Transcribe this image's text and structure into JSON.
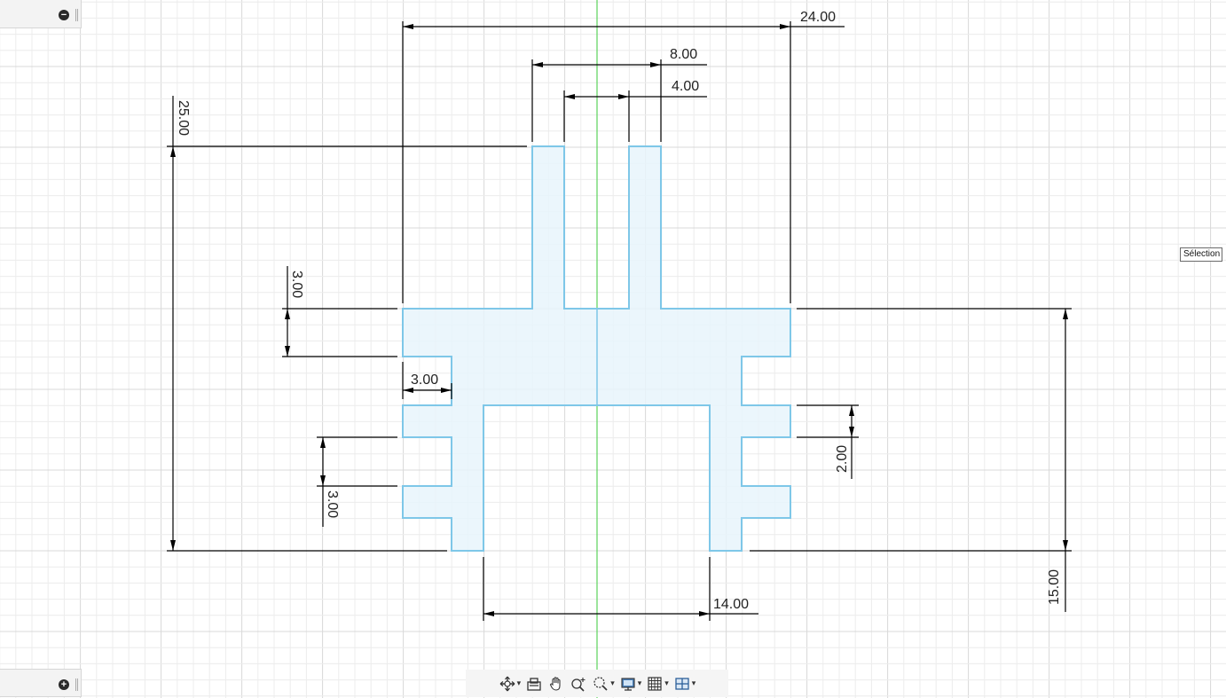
{
  "colors": {
    "grid_minor": "#ececec",
    "grid_major": "#d8d8d8",
    "profile_stroke": "#7ec7e8",
    "profile_fill": "#e8f4fb",
    "axis_line": "#5bd35b",
    "dimension": "#000000"
  },
  "browser_panels": {
    "top_toggle_icon": "collapse-circle-icon",
    "bottom_toggle_icon": "expand-circle-icon"
  },
  "dimensions": {
    "overall_width": "24.00",
    "slot_outer_width": "8.00",
    "slot_inner_width": "4.00",
    "overall_height": "25.00",
    "arm_height": "3.00",
    "notch_depth": "3.00",
    "tooth_pitch": "3.00",
    "tooth_gap": "2.00",
    "base_span": "14.00",
    "body_height": "15.00"
  },
  "tooltip": {
    "selection": "Sélection"
  },
  "toolbar": {
    "items": [
      {
        "name": "orbit-tool",
        "icon": "orbit-icon",
        "has_menu": true
      },
      {
        "name": "look-at-tool",
        "icon": "look-at-icon",
        "has_menu": false
      },
      {
        "name": "pan-tool",
        "icon": "hand-icon",
        "has_menu": false
      },
      {
        "name": "zoom-tool",
        "icon": "zoom-icon",
        "has_menu": false
      },
      {
        "name": "fit-tool",
        "icon": "zoom-window-icon",
        "has_menu": true
      },
      {
        "name": "display-settings-tool",
        "icon": "monitor-icon",
        "has_menu": true
      },
      {
        "name": "grid-settings-tool",
        "icon": "grid-icon",
        "has_menu": true
      },
      {
        "name": "viewports-tool",
        "icon": "viewports-icon",
        "has_menu": true
      }
    ],
    "caret": "▾"
  }
}
